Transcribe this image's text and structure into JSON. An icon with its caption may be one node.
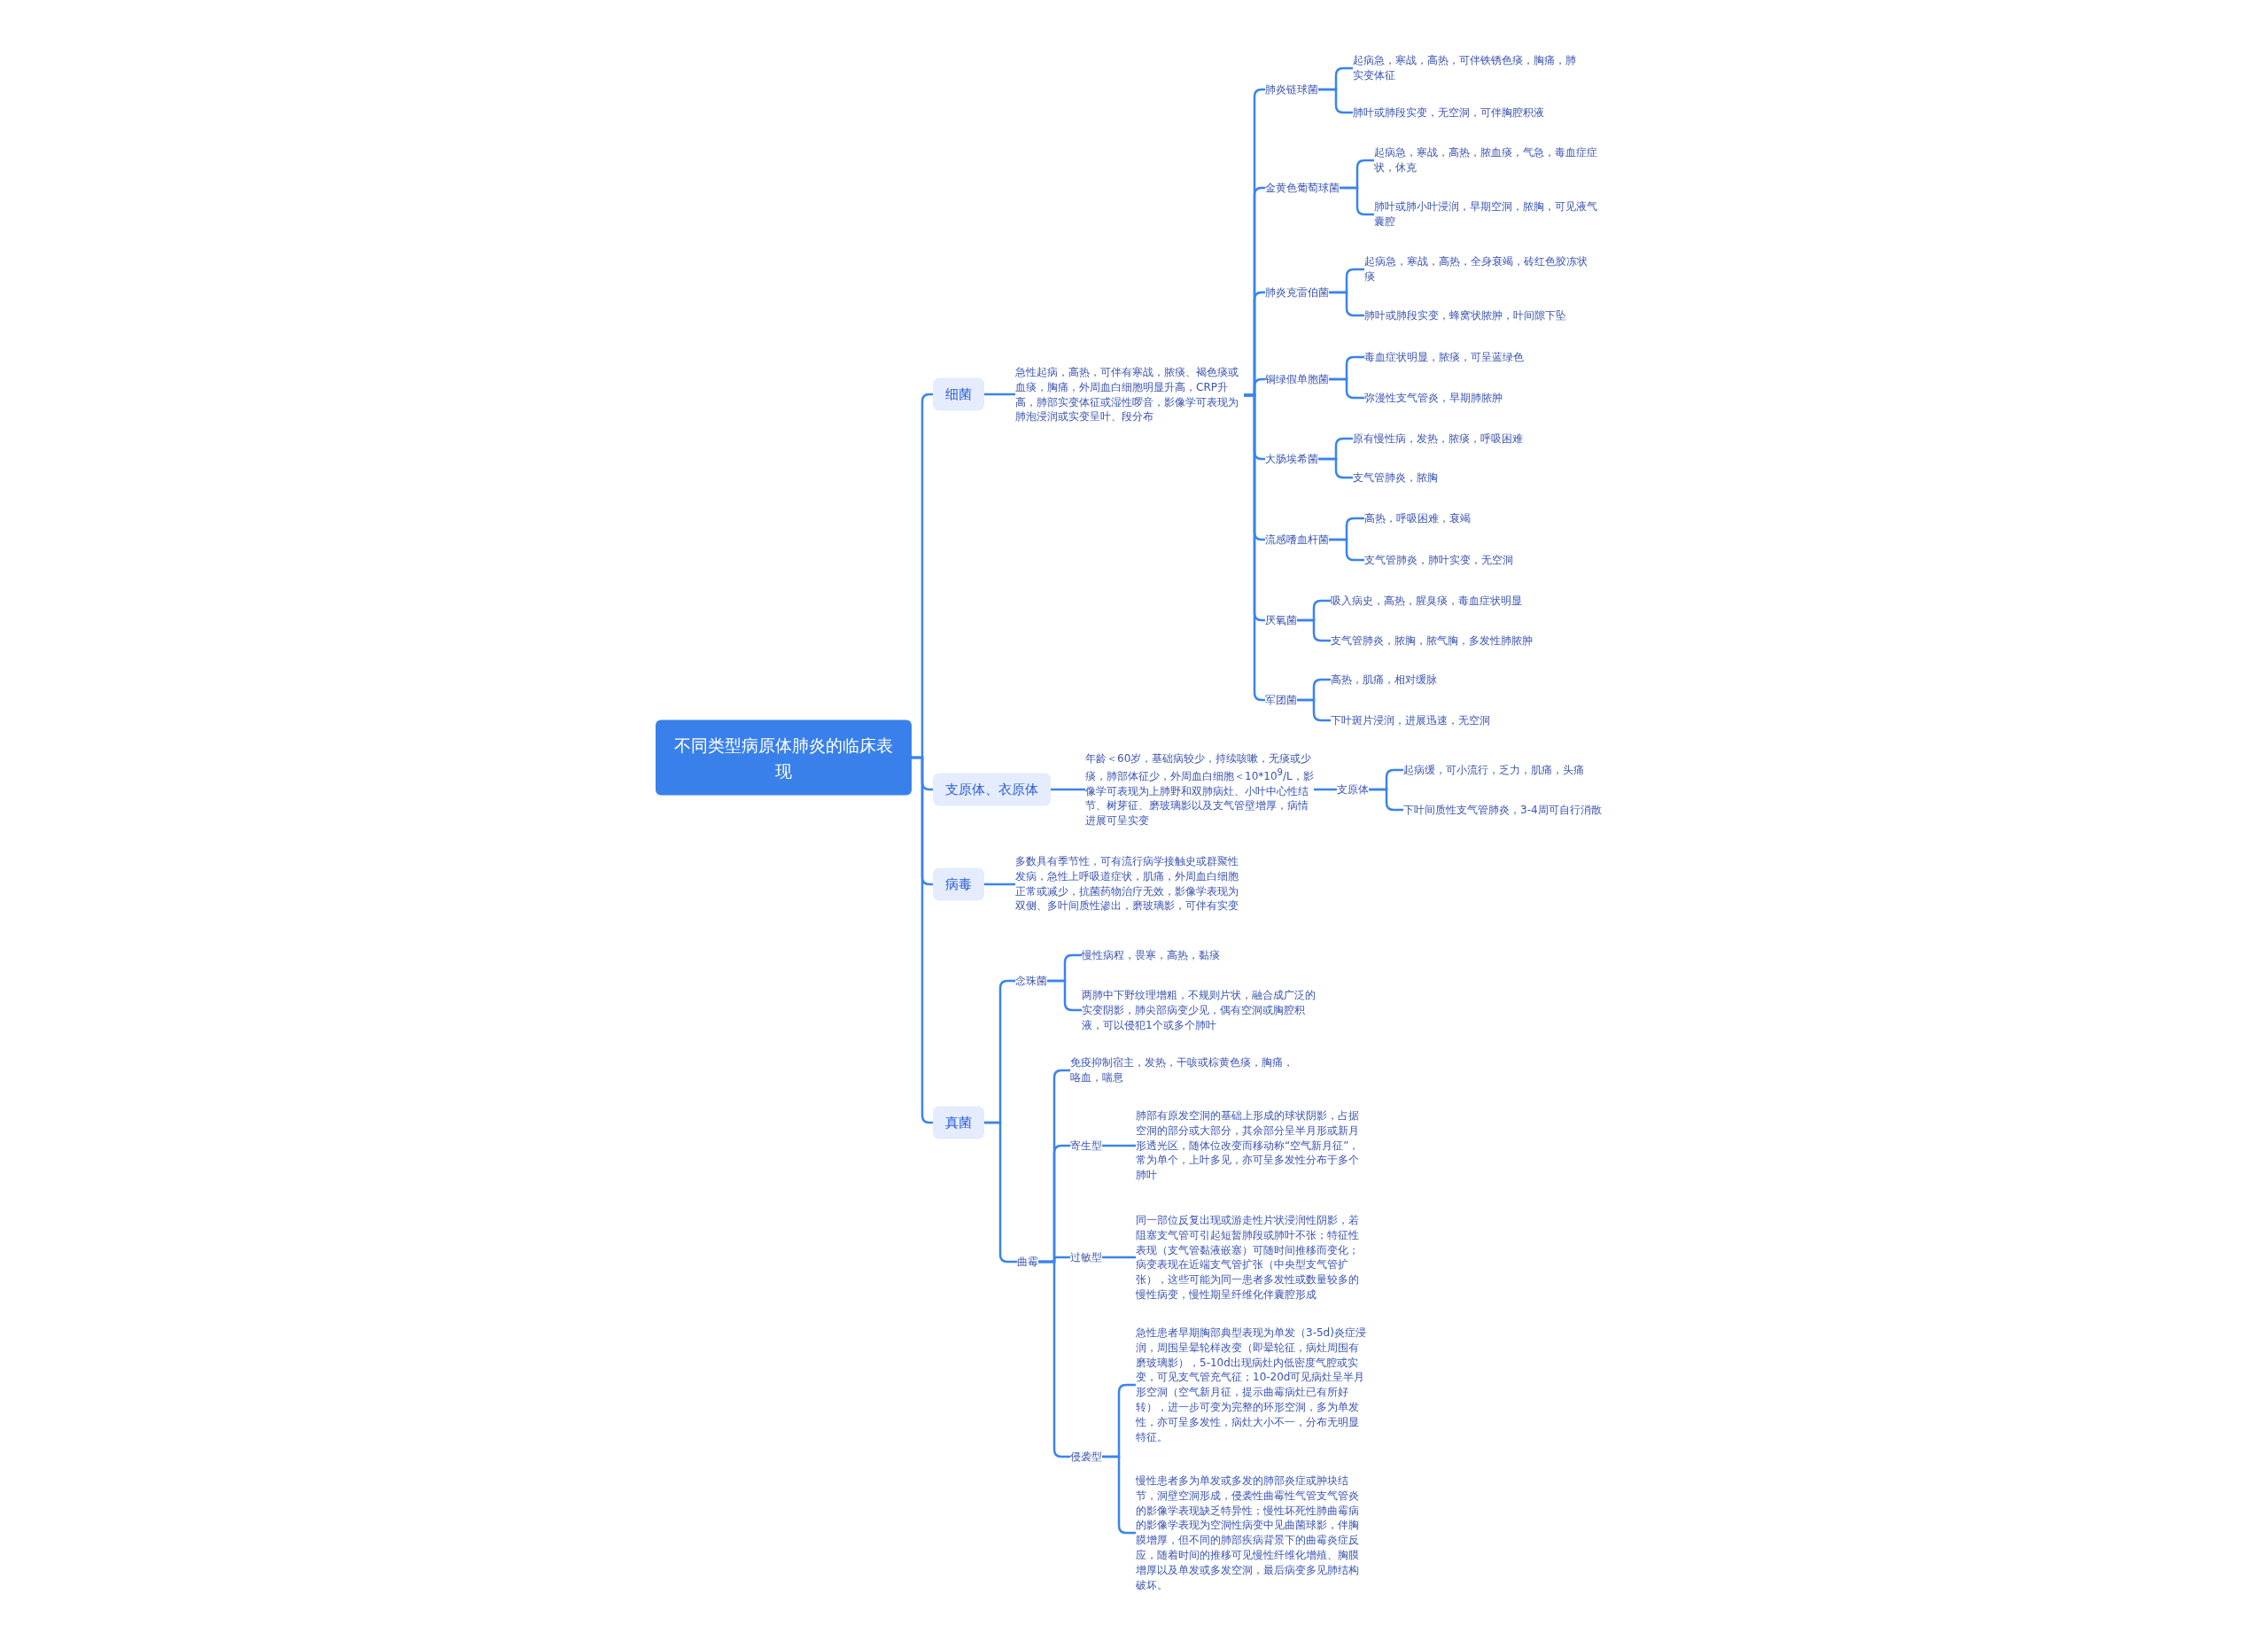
{
  "diagram": {
    "nodes": [
      {
        "text": [
          "不同类型病原体肺炎的临床表现"
        ]
      },
      {
        "text": [
          "细菌"
        ]
      },
      {
        "text": [
          "急性起病，高热，可伴有寒战，脓痰、褐色痰或血痰，胸痛，外周血白细胞明显升高，CRP升高，肺部实变体征或湿性啰音，影像学可表现为肺泡浸润或实变呈叶、段分布"
        ]
      },
      {
        "text": [
          "肺炎链球菌"
        ]
      },
      {
        "text": [
          "起病急，寒战，高热，可伴铁锈色痰，胸痛，肺实变体征"
        ]
      },
      {
        "text": [
          "肺叶或肺段实变，无空洞，可伴胸腔积液"
        ]
      },
      {
        "text": [
          "金黄色葡萄球菌"
        ]
      },
      {
        "text": [
          "起病急，寒战，高热，脓血痰，气急，毒血症症状，休克"
        ]
      },
      {
        "text": [
          "肺叶或肺小叶浸润，早期空洞，脓胸，可见液气囊腔"
        ]
      },
      {
        "text": [
          "肺炎克雷伯菌"
        ]
      },
      {
        "text": [
          "起病急，寒战，高热，全身衰竭，砖红色胶冻状痰"
        ]
      },
      {
        "text": [
          "肺叶或肺段实变，蜂窝状脓肿，叶间隙下坠"
        ]
      },
      {
        "text": [
          "铜绿假单胞菌"
        ]
      },
      {
        "text": [
          "毒血症状明显，脓痰，可呈蓝绿色"
        ]
      },
      {
        "text": [
          "弥漫性支气管炎，早期肺脓肿"
        ]
      },
      {
        "text": [
          "大肠埃希菌"
        ]
      },
      {
        "text": [
          "原有慢性病，发热，脓痰，呼吸困难"
        ]
      },
      {
        "text": [
          "支气管肺炎，脓胸"
        ]
      },
      {
        "text": [
          "流感嗜血杆菌"
        ]
      },
      {
        "text": [
          "高热，呼吸困难，衰竭"
        ]
      },
      {
        "text": [
          "支气管肺炎，肺叶实变，无空洞"
        ]
      },
      {
        "text": [
          "厌氧菌"
        ]
      },
      {
        "text": [
          "吸入病史，高热，腥臭痰，毒血症状明显"
        ]
      },
      {
        "text": [
          "支气管肺炎，脓胸，脓气胸，多发性肺脓肿"
        ]
      },
      {
        "text": [
          "军团菌"
        ]
      },
      {
        "text": [
          "高热，肌痛，相对缓脉"
        ]
      },
      {
        "text": [
          "下叶斑片浸润，进展迅速，无空洞"
        ]
      },
      {
        "text": [
          "支原体、衣原体"
        ]
      },
      {
        "text": [
          "年龄＜60岁，基础病较少，持续咳嗽，无痰或少痰，肺部体征少，外周血白细胞＜10*10$^{9}$/L，影像学可表现为上肺野和双肺病灶、小叶中心性结节、树芽征、磨玻璃影以及支气管壁增厚，病情进展可呈实变"
        ]
      },
      {
        "text": [
          "支原体"
        ]
      },
      {
        "text": [
          "起病缓，可小流行，乏力，肌痛，头痛"
        ]
      },
      {
        "text": [
          "下叶间质性支气管肺炎，3-4周可自行消散"
        ]
      },
      {
        "text": [
          "病毒"
        ]
      },
      {
        "text": [
          "多数具有季节性，可有流行病学接触史或群聚性发病，急性上呼吸道症状，肌痛，外周血白细胞正常或减少，抗菌药物治疗无效，影像学表现为双侧、多叶间质性渗出，磨玻璃影，可伴有实变"
        ]
      },
      {
        "text": [
          "真菌"
        ]
      },
      {
        "text": [
          "念珠菌"
        ]
      },
      {
        "text": [
          "慢性病程，畏寒，高热，黏痰"
        ]
      },
      {
        "text": [
          "两肺中下野纹理增粗，不规则片状，融合成广泛的实变阴影，肺尖部病变少见，偶有空洞或胸腔积液，可以侵犯1个或多个肺叶"
        ]
      },
      {
        "text": [
          "曲霉"
        ]
      },
      {
        "text": [
          "免疫抑制宿主，发热，干咳或棕黄色痰，胸痛，咯血，喘息"
        ]
      },
      {
        "text": [
          "寄生型"
        ]
      },
      {
        "text": [
          "肺部有原发空洞的基础上形成的球状阴影，占据空洞的部分或大部分，其余部分呈半月形或新月形透光区，随体位改变而移动称“空气新月征”，常为单个，上叶多见，亦可呈多发性分布于多个肺叶"
        ]
      },
      {
        "text": [
          "过敏型"
        ]
      },
      {
        "text": [
          "同一部位反复出现或游走性片状浸润性阴影，若阻塞支气管可引起短暂肺段或肺叶不张；特征性表现（支气管黏液嵌塞）可随时间推移而变化；病变表现在近端支气管扩张（中央型支气管扩张），这些可能为同一患者多发性或数量较多的慢性病变，慢性期呈纤维化伴囊腔形成"
        ]
      },
      {
        "text": [
          "侵袭型"
        ]
      },
      {
        "text": [
          "急性患者早期胸部典型表现为单发（3-5d)炎症浸润，周围呈晕轮样改变（即晕轮征，病灶周围有磨玻璃影），5-10d出现病灶内低密度气腔或实变，可见支气管充气征；10-20d可见病灶呈半月形空洞（空气新月征，提示曲霉病灶已有所好转），进一步可变为完整的环形空洞，多为单发性，亦可呈多发性，病灶大小不一，分布无明显特征。"
        ]
      },
      {
        "text": [
          "慢性患者多为单发或多发的肺部炎症或肿块结节，洞壁空洞形成，侵袭性曲霉性气管支气管炎的影像学表现缺乏特异性；慢性坏死性肺曲霉病的影像学表现为空洞性病变中见曲菌球影，伴胸膜增厚，但不同的肺部疾病背景下的曲霉炎症反应，随着时间的推移可见慢性纤维化增殖、胸膜增厚以及单发或多发空洞，最后病变多见肺结构破坏。"
        ]
      }
    ],
    "edges": [
      {
        "from": 0,
        "to": 1,
        "arrow": "none"
      },
      {
        "from": 0,
        "to": 27,
        "arrow": "none"
      },
      {
        "from": 0,
        "to": 32,
        "arrow": "none"
      },
      {
        "from": 0,
        "to": 34,
        "arrow": "none"
      },
      {
        "from": 1,
        "to": 2,
        "arrow": "none"
      },
      {
        "from": 2,
        "to": 3,
        "arrow": "none"
      },
      {
        "from": 2,
        "to": 6,
        "arrow": "none"
      },
      {
        "from": 2,
        "to": 9,
        "arrow": "none"
      },
      {
        "from": 2,
        "to": 12,
        "arrow": "none"
      },
      {
        "from": 2,
        "to": 15,
        "arrow": "none"
      },
      {
        "from": 2,
        "to": 18,
        "arrow": "none"
      },
      {
        "from": 2,
        "to": 21,
        "arrow": "none"
      },
      {
        "from": 2,
        "to": 24,
        "arrow": "none"
      },
      {
        "from": 3,
        "to": 4,
        "arrow": "none"
      },
      {
        "from": 3,
        "to": 5,
        "arrow": "none"
      },
      {
        "from": 6,
        "to": 7,
        "arrow": "none"
      },
      {
        "from": 6,
        "to": 8,
        "arrow": "none"
      },
      {
        "from": 9,
        "to": 10,
        "arrow": "none"
      },
      {
        "from": 9,
        "to": 11,
        "arrow": "none"
      },
      {
        "from": 12,
        "to": 13,
        "arrow": "none"
      },
      {
        "from": 12,
        "to": 14,
        "arrow": "none"
      },
      {
        "from": 15,
        "to": 16,
        "arrow": "none"
      },
      {
        "from": 15,
        "to": 17,
        "arrow": "none"
      },
      {
        "from": 18,
        "to": 19,
        "arrow": "none"
      },
      {
        "from": 18,
        "to": 20,
        "arrow": "none"
      },
      {
        "from": 21,
        "to": 22,
        "arrow": "none"
      },
      {
        "from": 21,
        "to": 23,
        "arrow": "none"
      },
      {
        "from": 24,
        "to": 25,
        "arrow": "none"
      },
      {
        "from": 24,
        "to": 26,
        "arrow": "none"
      },
      {
        "from": 27,
        "to": 28,
        "arrow": "none"
      },
      {
        "from": 28,
        "to": 29,
        "arrow": "none"
      },
      {
        "from": 29,
        "to": 30,
        "arrow": "none"
      },
      {
        "from": 29,
        "to": 31,
        "arrow": "none"
      },
      {
        "from": 32,
        "to": 33,
        "arrow": "none"
      },
      {
        "from": 34,
        "to": 35,
        "arrow": "none"
      },
      {
        "from": 34,
        "to": 38,
        "arrow": "none"
      },
      {
        "from": 35,
        "to": 36,
        "arrow": "none"
      },
      {
        "from": 35,
        "to": 37,
        "arrow": "none"
      },
      {
        "from": 38,
        "to": 39,
        "arrow": "none"
      },
      {
        "from": 38,
        "to": 40,
        "arrow": "none"
      },
      {
        "from": 38,
        "to": 42,
        "arrow": "none"
      },
      {
        "from": 38,
        "to": 44,
        "arrow": "none"
      },
      {
        "from": 40,
        "to": 41,
        "arrow": "none"
      },
      {
        "from": 42,
        "to": 43,
        "arrow": "none"
      },
      {
        "from": 44,
        "to": 45,
        "arrow": "none"
      },
      {
        "from": 44,
        "to": 46,
        "arrow": "none"
      }
    ]
  }
}
